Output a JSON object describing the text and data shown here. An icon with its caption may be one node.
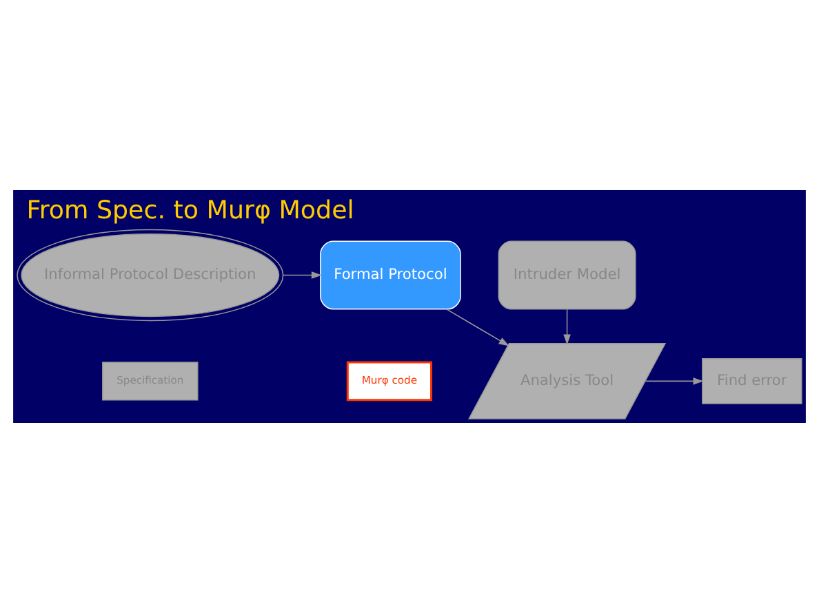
{
  "diagram": {
    "title": "From Spec. to Murφ Model",
    "nodes": [
      {
        "text": [
          "Informal Protocol Description"
        ]
      },
      {
        "text": [
          "Specification"
        ]
      },
      {
        "text": [
          "Formal Protocol"
        ]
      },
      {
        "text": [
          "Murφ code"
        ]
      },
      {
        "text": [
          "Intruder Model"
        ]
      },
      {
        "text": [
          "Analysis Tool"
        ]
      },
      {
        "text": [
          "Find error"
        ]
      }
    ],
    "edges": [
      {
        "from": 0,
        "to": 2,
        "arrow": "to"
      },
      {
        "from": 2,
        "to": 5,
        "arrow": "to"
      },
      {
        "from": 4,
        "to": 5,
        "arrow": "to"
      },
      {
        "from": 5,
        "to": 6,
        "arrow": "to"
      }
    ]
  }
}
